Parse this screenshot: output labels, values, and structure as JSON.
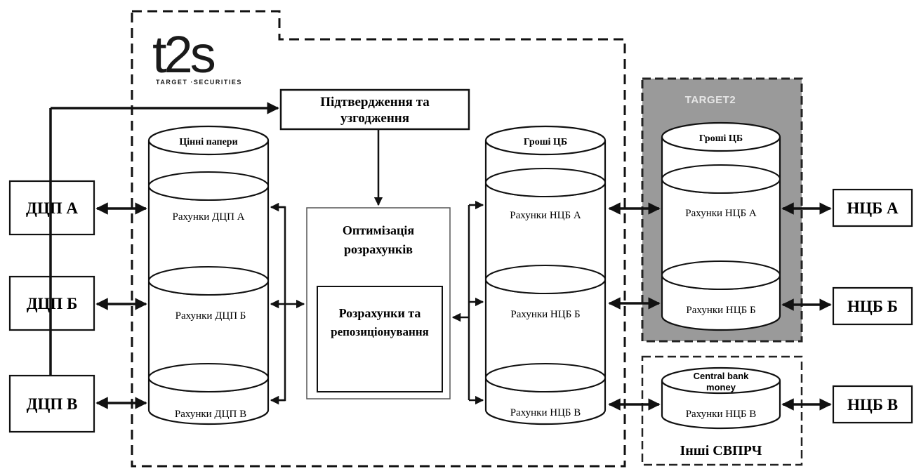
{
  "logo": {
    "mark": "t2s",
    "tagline": "TARGET  ·SECURITIES"
  },
  "confirmation_box": {
    "line1": "Підтвердження та",
    "line2": "узгодження"
  },
  "securities_cylinder": {
    "header": "Цінні папери",
    "accounts": [
      "Рахунки ДЦП А",
      "Рахунки ДЦП Б",
      "Рахунки ДЦП В"
    ]
  },
  "optimization_box": {
    "line1": "Оптимізація",
    "line2": "розрахунків",
    "inner_line1": "Розрахунки та",
    "inner_line2": "репозиціонування"
  },
  "cb_money_cylinder": {
    "header": "Гроші ЦБ",
    "accounts": [
      "Рахунки НЦБ А",
      "Рахунки НЦБ Б",
      "Рахунки НЦБ В"
    ]
  },
  "target2_panel": {
    "title": "TARGET2",
    "header": "Гроші ЦБ",
    "accounts": [
      "Рахунки НЦБ А",
      "Рахунки НЦБ Б"
    ]
  },
  "other_panel": {
    "title": "Інші СВПРЧ",
    "header_line1": "Central bank",
    "header_line2": "money",
    "account": "Рахунки НЦБ В"
  },
  "csd_boxes": [
    "ДЦП А",
    "ДЦП Б",
    "ДЦП В"
  ],
  "ncb_boxes": [
    "НЦБ А",
    "НЦБ Б",
    "НЦБ В"
  ],
  "colors": {
    "ink": "#111111",
    "target2_fill": "#9a9a9a",
    "target2_title": "#e6e6e6"
  }
}
